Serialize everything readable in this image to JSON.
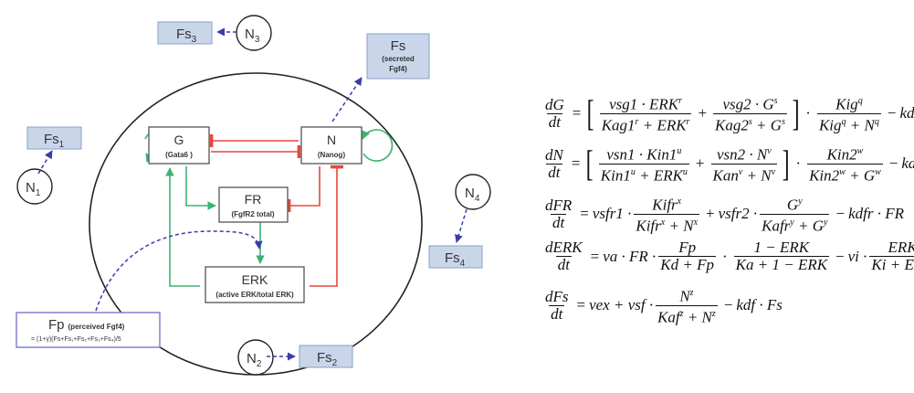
{
  "diagram": {
    "nodes": {
      "G": {
        "title": "G",
        "subtitle": "(Gata6 )"
      },
      "N": {
        "title": "N",
        "subtitle": "(Nanog)"
      },
      "FR": {
        "title": "FR",
        "subtitle": "(FgfR2 total)"
      },
      "ERK": {
        "title": "ERK",
        "subtitle": "(active ERK/total ERK)"
      },
      "Fs": {
        "title": "Fs",
        "subtitle_line1": "(secreted",
        "subtitle_line2": "Fgf4)"
      },
      "Fp": {
        "title": "Fp",
        "subtitle": "(perceived Fgf4)",
        "formula": "= (1+γ)(Fs+Fs₁+Fs₂+Fs₃+Fs₄)/5"
      }
    },
    "neighbors": [
      {
        "cell": "N",
        "sub": "1",
        "fs": "Fs",
        "fs_sub": "1"
      },
      {
        "cell": "N",
        "sub": "2",
        "fs": "Fs",
        "fs_sub": "2"
      },
      {
        "cell": "N",
        "sub": "3",
        "fs": "Fs",
        "fs_sub": "3"
      },
      {
        "cell": "N",
        "sub": "4",
        "fs": "Fs",
        "fs_sub": "4"
      }
    ],
    "colors": {
      "activation": "#3cb371",
      "inhibition": "#e8463c",
      "signal": "#3b3ba8",
      "fs_fill": "#c9d6ea",
      "fs_stroke": "#8a9fc9",
      "fp_stroke": "#8080d0"
    }
  },
  "equations": {
    "dG": {
      "lhs_num": "dG",
      "lhs_den": "dt",
      "t1_num": "vsg1 · ERK",
      "t1_num_exp": "r",
      "t1_den_a": "Kag1",
      "t1_den_a_exp": "r",
      "t1_den_b": "ERK",
      "t1_den_b_exp": "r",
      "t2_num": "vsg2 · G",
      "t2_num_exp": "s",
      "t2_den_a": "Kag2",
      "t2_den_a_exp": "s",
      "t2_den_b": "G",
      "t2_den_b_exp": "s",
      "t3_num": "Kig",
      "t3_num_exp": "q",
      "t3_den_a": "Kig",
      "t3_den_a_exp": "q",
      "t3_den_b": "N",
      "t3_den_b_exp": "q",
      "tail": "kdg · G"
    },
    "dN": {
      "lhs_num": "dN",
      "lhs_den": "dt",
      "t1_num": "vsn1 · Kin1",
      "t1_num_exp": "u",
      "t1_den_a": "Kin1",
      "t1_den_a_exp": "u",
      "t1_den_b": "ERK",
      "t1_den_b_exp": "u",
      "t2_num": "vsn2 · N",
      "t2_num_exp": "v",
      "t2_den_a": "Kan",
      "t2_den_a_exp": "v",
      "t2_den_b": "N",
      "t2_den_b_exp": "v",
      "t3_num": "Kin2",
      "t3_num_exp": "w",
      "t3_den_a": "Kin2",
      "t3_den_a_exp": "w",
      "t3_den_b": "G",
      "t3_den_b_exp": "w",
      "tail": "kdn · N"
    },
    "dFR": {
      "lhs_num": "dFR",
      "lhs_den": "dt",
      "c1": "vsfr1 ·",
      "t1_num": "Kifr",
      "t1_num_exp": "x",
      "t1_den_a": "Kifr",
      "t1_den_a_exp": "x",
      "t1_den_b": "N",
      "t1_den_b_exp": "x",
      "c2": "vsfr2 ·",
      "t2_num": "G",
      "t2_num_exp": "y",
      "t2_den_a": "Kafr",
      "t2_den_a_exp": "y",
      "t2_den_b": "G",
      "t2_den_b_exp": "y",
      "tail": "kdfr · FR"
    },
    "dERK": {
      "lhs_num": "dERK",
      "lhs_den": "dt",
      "c1": "va · FR ·",
      "t1_num": "Fp",
      "t1_den": "Kd + Fp",
      "t2_num": "1 − ERK",
      "t2_den": "Ka + 1 − ERK",
      "c3": "vi ·",
      "t3_num": "ERK",
      "t3_den": "Ki + ERK"
    },
    "dFs": {
      "lhs_num": "dFs",
      "lhs_den": "dt",
      "c1": "vex + vsf ·",
      "t1_num": "N",
      "t1_num_exp": "z",
      "t1_den_a": "Kaf",
      "t1_den_a_exp": "z",
      "t1_den_b": "N",
      "t1_den_b_exp": "z",
      "tail": "kdf · Fs"
    }
  }
}
